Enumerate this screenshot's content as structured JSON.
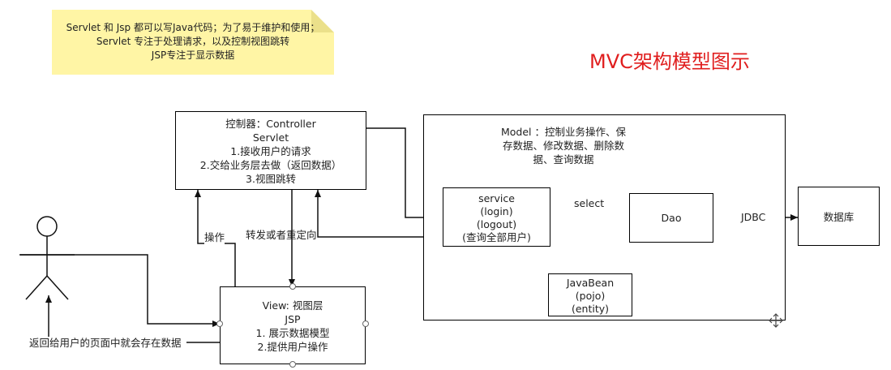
{
  "note": {
    "lines": [
      "Servlet 和 Jsp  都可以写Java代码；为了易于维护和使用；",
      "Servlet  专注于处理请求，以及控制视图跳转",
      "JSP专注于显示数据"
    ]
  },
  "title": "MVC架构模型图示",
  "controller": {
    "lines": [
      "控制器：Controller",
      "Servlet",
      "1.接收用户的请求",
      "2.交给业务层去做（返回数据）",
      "3.视图跳转"
    ]
  },
  "model": {
    "lines": [
      "Model ：控制业务操作、保",
      "存数据、修改数据、删除数",
      "据、查询数据"
    ]
  },
  "service": {
    "lines": [
      "service",
      "(login)",
      "(logout)",
      "(查询全部用户)"
    ]
  },
  "dao": {
    "label": "Dao"
  },
  "database": {
    "label": "数据库"
  },
  "javabean": {
    "lines": [
      "JavaBean",
      "(pojo)",
      "(entity)"
    ]
  },
  "view": {
    "lines": [
      "View:  视图层",
      "JSP",
      "1. 展示数据模型",
      "2.提供用户操作"
    ]
  },
  "edges": {
    "select": "select",
    "jdbc": "JDBC",
    "operate": "操作",
    "forward": "转发或者重定向",
    "return": "返回给用户的页面中就会存在数据"
  }
}
